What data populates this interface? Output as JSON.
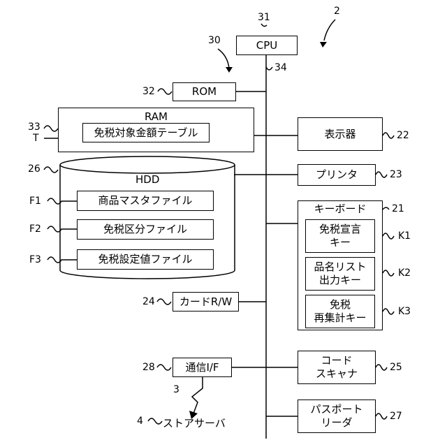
{
  "refs": {
    "system": "2",
    "bus_label": "30",
    "cpu": "31",
    "rom": "32",
    "ram": "33",
    "table_marker": "T",
    "bus": "34",
    "hdd": "26",
    "f1": "F1",
    "f2": "F2",
    "f3": "F3",
    "card_rw": "24",
    "comm_if": "28",
    "network": "3",
    "store_server": "4",
    "display": "22",
    "printer": "23",
    "keyboard": "21",
    "key1": "K1",
    "key2": "K2",
    "key3": "K3",
    "code_scanner": "25",
    "passport_reader": "27"
  },
  "labels": {
    "cpu": "CPU",
    "rom": "ROM",
    "ram": "RAM",
    "tax_free_table": "免税対象金額テーブル",
    "hdd": "HDD",
    "product_master": "商品マスタファイル",
    "tax_free_category": "免税区分ファイル",
    "tax_free_settings": "免税設定値ファイル",
    "card_rw": "カードR/W",
    "comm_if": "通信I/F",
    "store_server": "ストアサーバ",
    "display": "表示器",
    "printer": "プリンタ",
    "keyboard": "キーボード",
    "key1_line1": "免税宣言",
    "key1_line2": "キー",
    "key2_line1": "品名リスト",
    "key2_line2": "出力キー",
    "key3_line1": "免税",
    "key3_line2": "再集計キー",
    "code_scanner_line1": "コード",
    "code_scanner_line2": "スキャナ",
    "passport_reader_line1": "パスポート",
    "passport_reader_line2": "リーダ"
  }
}
